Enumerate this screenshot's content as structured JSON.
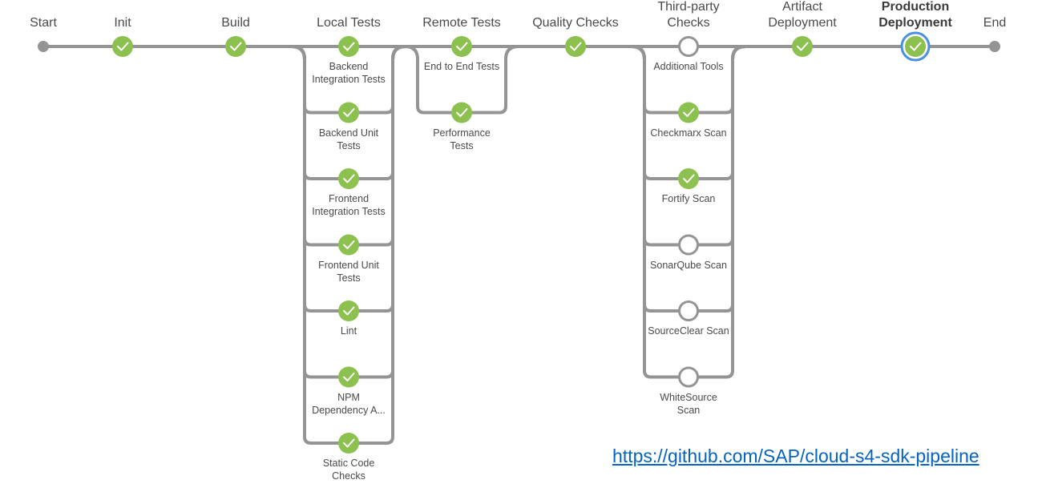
{
  "colors": {
    "success": "#8cc04f",
    "connector": "#949494",
    "notBuilt": "#949494",
    "selectedRing": "#4a90e2",
    "link": "#0563c1"
  },
  "stages": [
    {
      "id": "start",
      "title": "Start",
      "type": "endpoint"
    },
    {
      "id": "init",
      "title": "Init",
      "status": "success"
    },
    {
      "id": "build",
      "title": "Build",
      "status": "success"
    },
    {
      "id": "local-tests",
      "title": "Local Tests",
      "status": "success",
      "branches": [
        {
          "label": "Backend\nIntegration Tests",
          "status": "success"
        },
        {
          "label": "Backend Unit\nTests",
          "status": "success"
        },
        {
          "label": "Frontend\nIntegration Tests",
          "status": "success"
        },
        {
          "label": "Frontend Unit\nTests",
          "status": "success"
        },
        {
          "label": "Lint",
          "status": "success"
        },
        {
          "label": "NPM\nDependency A...",
          "status": "success"
        },
        {
          "label": "Static Code\nChecks",
          "status": "success"
        }
      ]
    },
    {
      "id": "remote-tests",
      "title": "Remote Tests",
      "status": "success",
      "branches": [
        {
          "label": "End to End Tests",
          "status": "success"
        },
        {
          "label": "Performance\nTests",
          "status": "success"
        }
      ]
    },
    {
      "id": "quality-checks",
      "title": "Quality Checks",
      "status": "success"
    },
    {
      "id": "third-party-checks",
      "title": "Third-party\nChecks",
      "status": "not-built",
      "branches": [
        {
          "label": "Additional Tools",
          "status": "not-built"
        },
        {
          "label": "Checkmarx Scan",
          "status": "success"
        },
        {
          "label": "Fortify Scan",
          "status": "success"
        },
        {
          "label": "SonarQube Scan",
          "status": "not-built"
        },
        {
          "label": "SourceClear Scan",
          "status": "not-built"
        },
        {
          "label": "WhiteSource\nScan",
          "status": "not-built"
        }
      ]
    },
    {
      "id": "artifact-deployment",
      "title": "Artifact\nDeployment",
      "status": "success"
    },
    {
      "id": "production-deployment",
      "title": "Production\nDeployment",
      "status": "success",
      "selected": true
    },
    {
      "id": "end",
      "title": "End",
      "type": "endpoint"
    }
  ],
  "footer": {
    "link_text": "https://github.com/SAP/cloud-s4-sdk-pipeline"
  }
}
